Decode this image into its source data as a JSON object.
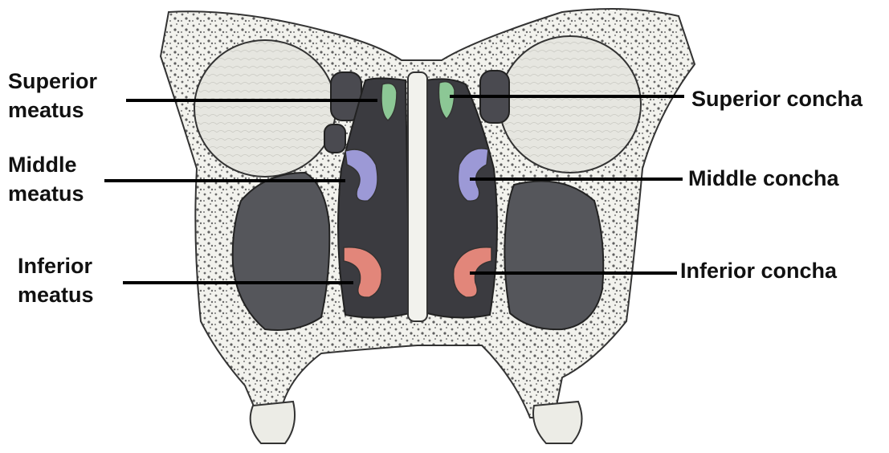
{
  "labels": {
    "superior_meatus": {
      "line1": "Superior",
      "line2": "meatus"
    },
    "middle_meatus": {
      "line1": "Middle",
      "line2": "meatus"
    },
    "inferior_meatus": {
      "line1": "Inferior",
      "line2": "meatus"
    },
    "superior_concha": "Superior concha",
    "middle_concha": "Middle concha",
    "inferior_concha": "Inferior concha"
  },
  "colors": {
    "cavity": "#3b3b40",
    "sinus": "#55565b",
    "bone": "#f2f2ed",
    "bone_dots": "#6a6a6a",
    "superior_concha": "#8cc795",
    "middle_concha": "#9c99d6",
    "inferior_concha": "#e2867a",
    "leader_line": "#000000"
  }
}
